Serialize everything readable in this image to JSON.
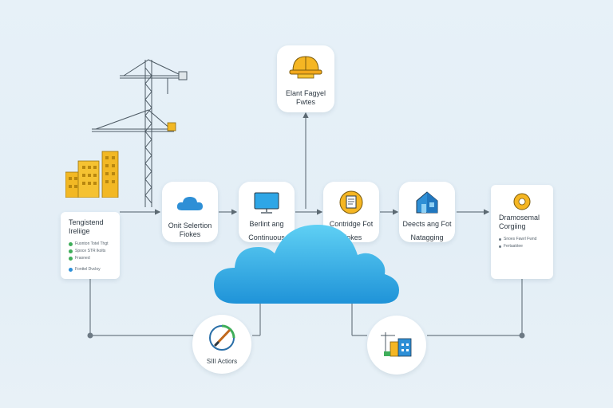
{
  "nodes": {
    "top": {
      "label_line1": "Elant Fagyel",
      "label_line2": "Fwtes",
      "icon": "hard-hat-icon"
    },
    "n1": {
      "label": "Onit Selertion Fiokes",
      "icon": "cloud-icon"
    },
    "n2": {
      "label_line1": "Berlint ang",
      "label_line2": "Continuous",
      "icon": "monitor-icon"
    },
    "n3": {
      "label_line1": "Contridge Fot",
      "label_line2": "Fiokes",
      "icon": "clipboard-icon"
    },
    "n4": {
      "label_line1": "Deects ang Fot",
      "label_line2": "Natagging",
      "icon": "house-icon"
    }
  },
  "left_panel": {
    "title_line1": "Tengistend",
    "title_line2": "Ireliige",
    "items": [
      {
        "text": "Fuonton Totel Thgt",
        "color": "#3fae5a"
      },
      {
        "text": "Spoce STR lkolts",
        "color": "#3fae5a"
      },
      {
        "text": "Fraoned",
        "color": "#3fae5a"
      },
      {
        "text": "Fonttel Dvcloy",
        "color": "#2d8fd8"
      }
    ]
  },
  "right_panel": {
    "title_line1": "Dramosemal",
    "title_line2": "Corgiing",
    "items": [
      {
        "text": "Snoes Fawrl Fwnd"
      },
      {
        "text": "Fertaaktee"
      }
    ],
    "icon": "dollar-coin-icon"
  },
  "bottom_left": {
    "label": "SIII Actiors",
    "icon": "compass-pen-icon"
  },
  "bottom_right": {
    "icon": "construction-site-icon"
  },
  "illustrations": {
    "crane": "tower-crane-icon",
    "buildings": "buildings-icon",
    "cloud": "central-cloud"
  },
  "colors": {
    "accent_yellow": "#f2b824",
    "accent_blue": "#2ea6e6",
    "line": "#6d7a84",
    "background": "#e5eff7"
  }
}
